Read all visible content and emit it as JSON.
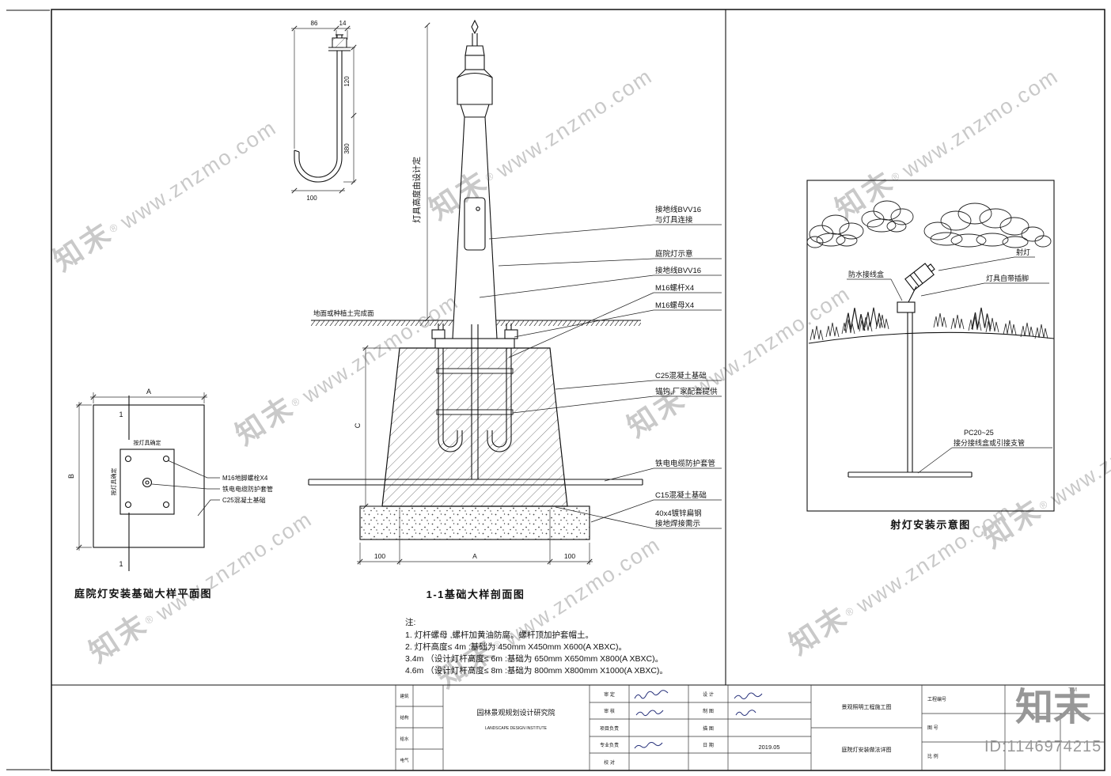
{
  "watermark": {
    "brand": "知末",
    "reg": "®",
    "url": "www.znzmo.com"
  },
  "footer": {
    "brand": "知末",
    "tm": "™",
    "id": "ID:1146974215"
  },
  "hook": {
    "d86": "86",
    "d14": "14",
    "d120": "120",
    "d380": "380",
    "d100": "100"
  },
  "plan": {
    "title": "庭院灯安装基础大样平面图",
    "a": "A",
    "b": "B",
    "sec_top": "1",
    "sec_bot": "1",
    "fit_h": "按灯具确定",
    "fit_v": "按灯具确定",
    "lbl_bolt": "M16地脚螺栓X4",
    "lbl_sleeve": "铁电电缆防护套管",
    "lbl_c25": "C25混凝土基础"
  },
  "section": {
    "title": "1-1基础大样剖面图",
    "height_note": "灯具高度由设计定",
    "ground": "地面或种植土完成面",
    "c": "C",
    "d100l": "100",
    "da": "A",
    "d100r": "100",
    "gw1a": "接地线BVV16",
    "gw1b": "与灯具连接",
    "lamp": "庭院灯示意",
    "gw2": "接地线BVV16",
    "bolt": "M16螺杆X4",
    "nut": "M16螺母X4",
    "c25": "C25混凝土基础",
    "anchor": "锚钩,厂家配套提供",
    "sleeve": "铁电电缆防护套管",
    "c15": "C15混凝土基础",
    "steel1": "40x4镀锌扁钢",
    "steel2": "接地焊接需示"
  },
  "notes": {
    "head": "注:",
    "l1": "1. 灯杆螺母 ,螺杆加黄油防腐。螺杆顶加护套帽土。",
    "l2": "2. 灯杆高度≤  4m :基础为  450mm   X450mm    X600(A XBXC)。",
    "l3": "3.4m （设计灯杆高度≤  6m :基础为  650mm   X650mm    X800(A XBXC)。",
    "l4": "4.6m （设计灯杆高度≤  8m :基础为  800mm   X800mm    X1000(A XBXC)。"
  },
  "spot": {
    "title": "射灯安装示意图",
    "box": "防水接线盒",
    "lamp": "射灯",
    "spike": "灯具自带插脚",
    "pc": "PC20~25",
    "pipe": "接分接线盒或引接支管"
  },
  "tb": {
    "disc": [
      "建筑",
      "结构",
      "给水",
      "电气"
    ],
    "org": "园林景观规划设计研究院",
    "org_en": "LANDSCAPE DESIGN INSTITUTE",
    "ra": [
      "审 定",
      "审 核",
      "项目负责",
      "专业负责",
      "校 对"
    ],
    "rb": [
      "设 计",
      "制 图",
      "描 图",
      "日 期"
    ],
    "date": "2019.05",
    "proj": "景观照明工程施工图",
    "dwg": "庭院灯安装做法详图",
    "pno_l": "工程编号",
    "no_l": "图 号",
    "scale_l": "比 例"
  }
}
